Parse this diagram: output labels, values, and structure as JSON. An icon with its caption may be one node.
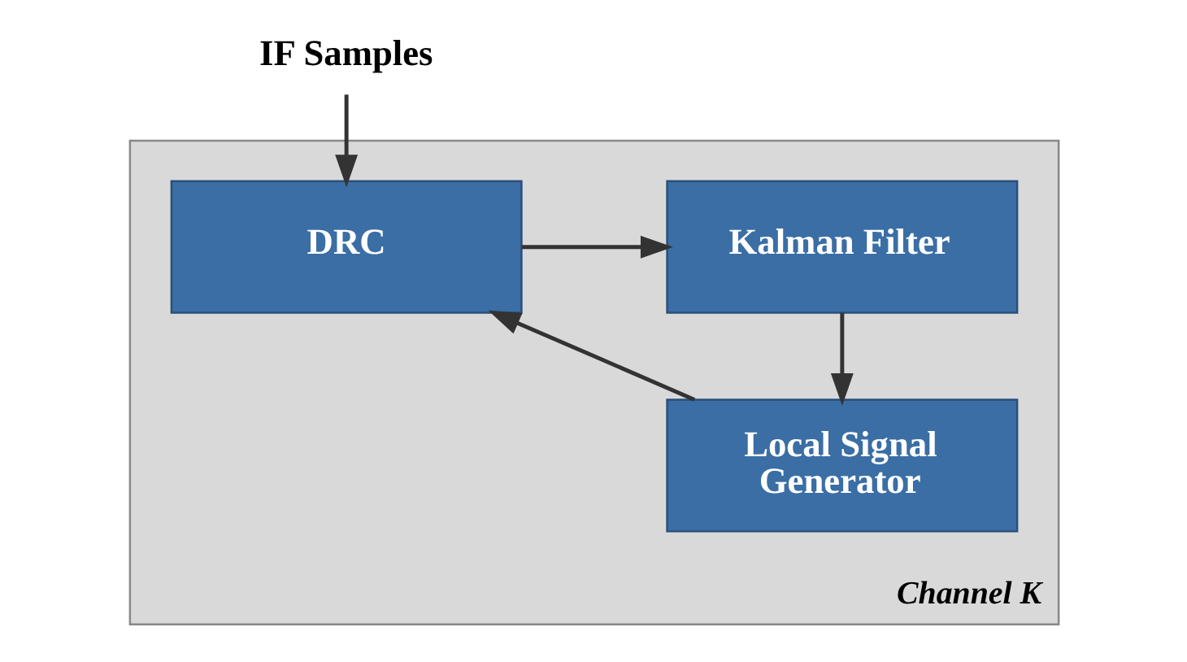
{
  "diagram": {
    "nodes": [
      {
        "text": [
          "IF Samples"
        ]
      },
      {
        "text": [
          "Channel K"
        ]
      },
      {
        "text": [
          "DRC"
        ],
        "in": 1
      },
      {
        "text": [
          "Kalman Filter"
        ],
        "in": 1
      },
      {
        "text": [
          "Local Signal Generator"
        ],
        "in": 1
      }
    ],
    "edges": [
      {
        "from": 0,
        "to": 2,
        "arrow": "to"
      },
      {
        "from": 2,
        "to": 3,
        "arrow": "to"
      },
      {
        "from": 3,
        "to": 4,
        "arrow": "to"
      },
      {
        "from": 4,
        "to": 2,
        "arrow": "to"
      }
    ]
  }
}
